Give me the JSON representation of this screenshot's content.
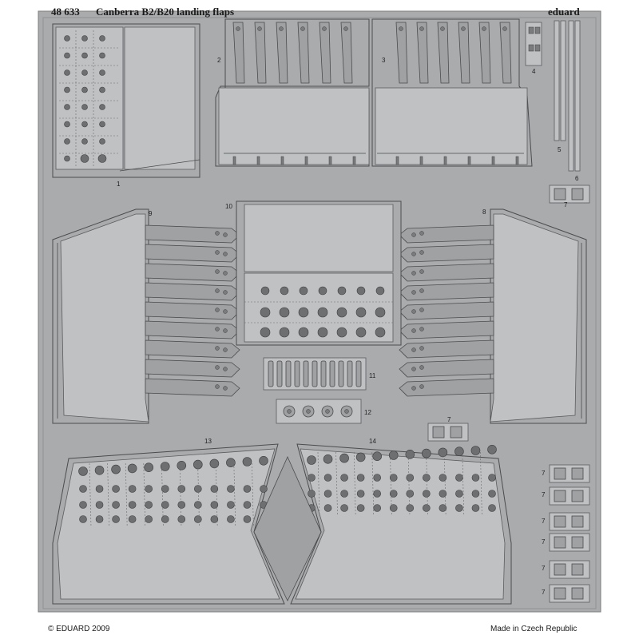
{
  "header": {
    "code": "48 633",
    "title": "Canberra B2/B20 landing flaps",
    "brand": "eduard"
  },
  "footer": {
    "copyright": "© EDUARD 2009",
    "origin": "Made in Czech Republic"
  },
  "part_numbers": {
    "p1": "1",
    "p2": "2",
    "p3": "3",
    "p4": "4",
    "p5": "5",
    "p6": "6",
    "p7a": "7",
    "p7b": "7",
    "p7c": "7",
    "p7d": "7",
    "p7e": "7",
    "p7f": "7",
    "p7g": "7",
    "p7h": "7",
    "p8": "8",
    "p9": "9",
    "p10": "10",
    "p11": "11",
    "p12": "12",
    "p13": "13",
    "p14": "14"
  },
  "colors": {
    "fret_background": "#a9abad",
    "part_fill": "#bfc1c3",
    "outline": "#4a4c4e",
    "hole": "#6d6f71"
  }
}
